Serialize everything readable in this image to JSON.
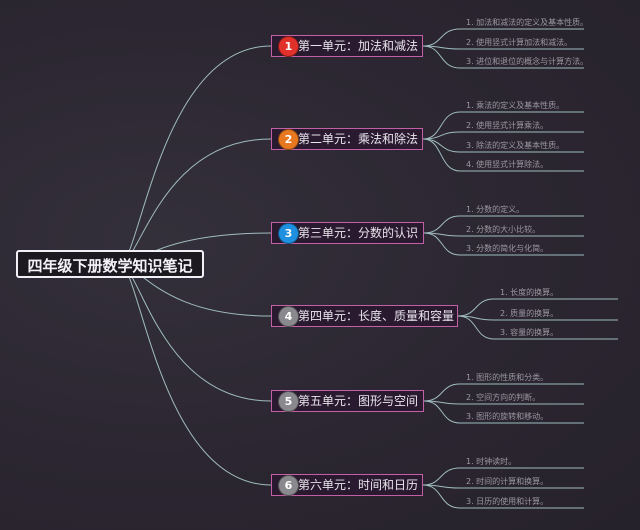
{
  "root": {
    "title": "四年级下册数学知识笔记"
  },
  "units": [
    {
      "number": "1",
      "title": "第一单元：加法和减法",
      "badge_color": "#e0312b",
      "items": [
        "1. 加法和减法的定义及基本性质。",
        "2. 使用竖式计算加法和减法。",
        "3. 进位和退位的概念与计算方法。"
      ]
    },
    {
      "number": "2",
      "title": "第二单元：乘法和除法",
      "badge_color": "#e8781f",
      "items": [
        "1. 乘法的定义及基本性质。",
        "2. 使用竖式计算乘法。",
        "3. 除法的定义及基本性质。",
        "4. 使用竖式计算除法。"
      ]
    },
    {
      "number": "3",
      "title": "第三单元：分数的认识",
      "badge_color": "#1f8fe0",
      "items": [
        "1. 分数的定义。",
        "2. 分数的大小比较。",
        "3. 分数的简化与化简。"
      ]
    },
    {
      "number": "4",
      "title": "第四单元：长度、质量和容量",
      "badge_color": "#8a8a8e",
      "items": [
        "1. 长度的换算。",
        "2. 质量的换算。",
        "3. 容量的换算。"
      ]
    },
    {
      "number": "5",
      "title": "第五单元：图形与空间",
      "badge_color": "#8a8a8e",
      "items": [
        "1. 图形的性质和分类。",
        "2. 空间方向的判断。",
        "3. 图形的旋转和移动。"
      ]
    },
    {
      "number": "6",
      "title": "第六单元：时间和日历",
      "badge_color": "#8a8a8e",
      "items": [
        "1. 时钟读时。",
        "2. 时间的计算和换算。",
        "3. 日历的使用和计算。"
      ]
    }
  ],
  "colors": {
    "connector": "#9fbcc0",
    "unit_border": "#c35fa6",
    "root_border": "#f2f0f5"
  }
}
